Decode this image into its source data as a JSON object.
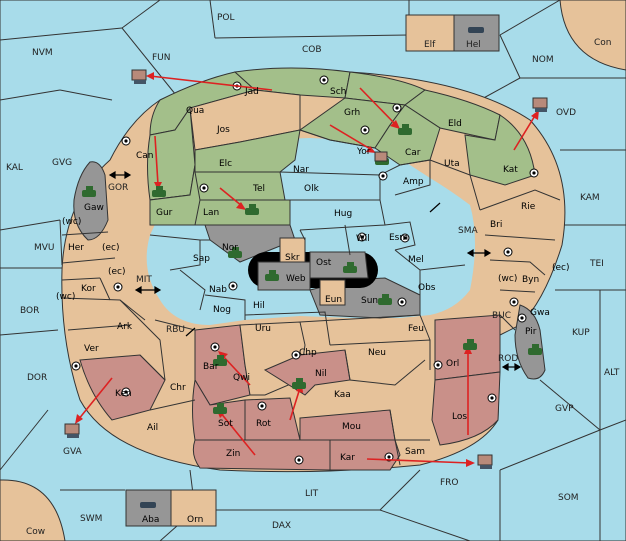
{
  "colors": {
    "sea": "#a8dcea",
    "land": "#e6c29a",
    "green": "#a3bf8a",
    "red": "#c99089",
    "grey": "#969696",
    "order": "#dd2222"
  },
  "provinces": {
    "pol": "POL",
    "nvm": "NVM",
    "fun": "FUN",
    "cob": "COB",
    "nom": "NOM",
    "con": "Con",
    "elf": "Elf",
    "hel": "Hel",
    "ovd": "OVD",
    "kal": "KAL",
    "gvg": "GVG",
    "kam": "KAM",
    "mvu": "MVU",
    "tei": "TEI",
    "bor": "BOR",
    "dor": "DOR",
    "alt": "ALT",
    "kup": "KUP",
    "gvp": "GVP",
    "gva": "GVA",
    "fro": "FRO",
    "som": "SOM",
    "swm": "SWM",
    "lit": "LIT",
    "dax": "DAX",
    "cow": "Cow",
    "aba": "Aba",
    "orn": "Orn",
    "jad": "Jad",
    "sch": "Sch",
    "qua": "Qua",
    "grh": "Grh",
    "eld": "Eld",
    "jos": "Jos",
    "can": "Can",
    "yor": "Yor",
    "car": "Car",
    "uta": "Uta",
    "kat": "Kat",
    "elc": "Elc",
    "nar": "Nar",
    "amp": "Amp",
    "gor": "GOR",
    "gaw": "Gaw",
    "gur": "Gur",
    "tel": "Tel",
    "olk": "Olk",
    "lan": "Lan",
    "hug": "Hug",
    "rie": "Rie",
    "sma": "SMA",
    "bri": "Bri",
    "wc": "(wc)",
    "ec": "(ec)",
    "her": "Her",
    "nor": "Nor",
    "skr": "Skr",
    "wil": "Wil",
    "esm": "Esm",
    "sap": "Sap",
    "ost": "Ost",
    "mel": "Mel",
    "web": "Web",
    "byn": "Byn",
    "kor": "Kor",
    "mit": "MIT",
    "nab": "Nab",
    "obs": "Obs",
    "gwa": "Gwa",
    "eun": "Eun",
    "sun": "Sun",
    "hil": "Hil",
    "ark": "Ark",
    "rbu": "RBU",
    "nog": "Nog",
    "buc": "BUC",
    "pir": "Pir",
    "uru": "Uru",
    "feu": "Feu",
    "orl": "Orl",
    "ver": "Ver",
    "chp": "Chp",
    "neu": "Neu",
    "rod": "ROD",
    "bar": "Bar",
    "qwi": "Qwi",
    "nil": "Nil",
    "ken": "Ken",
    "chr": "Chr",
    "kaa": "Kaa",
    "los": "Los",
    "sot": "Sot",
    "rot": "Rot",
    "ail": "Ail",
    "mou": "Mou",
    "zin": "Zin",
    "kar": "Kar",
    "sam": "Sam"
  }
}
